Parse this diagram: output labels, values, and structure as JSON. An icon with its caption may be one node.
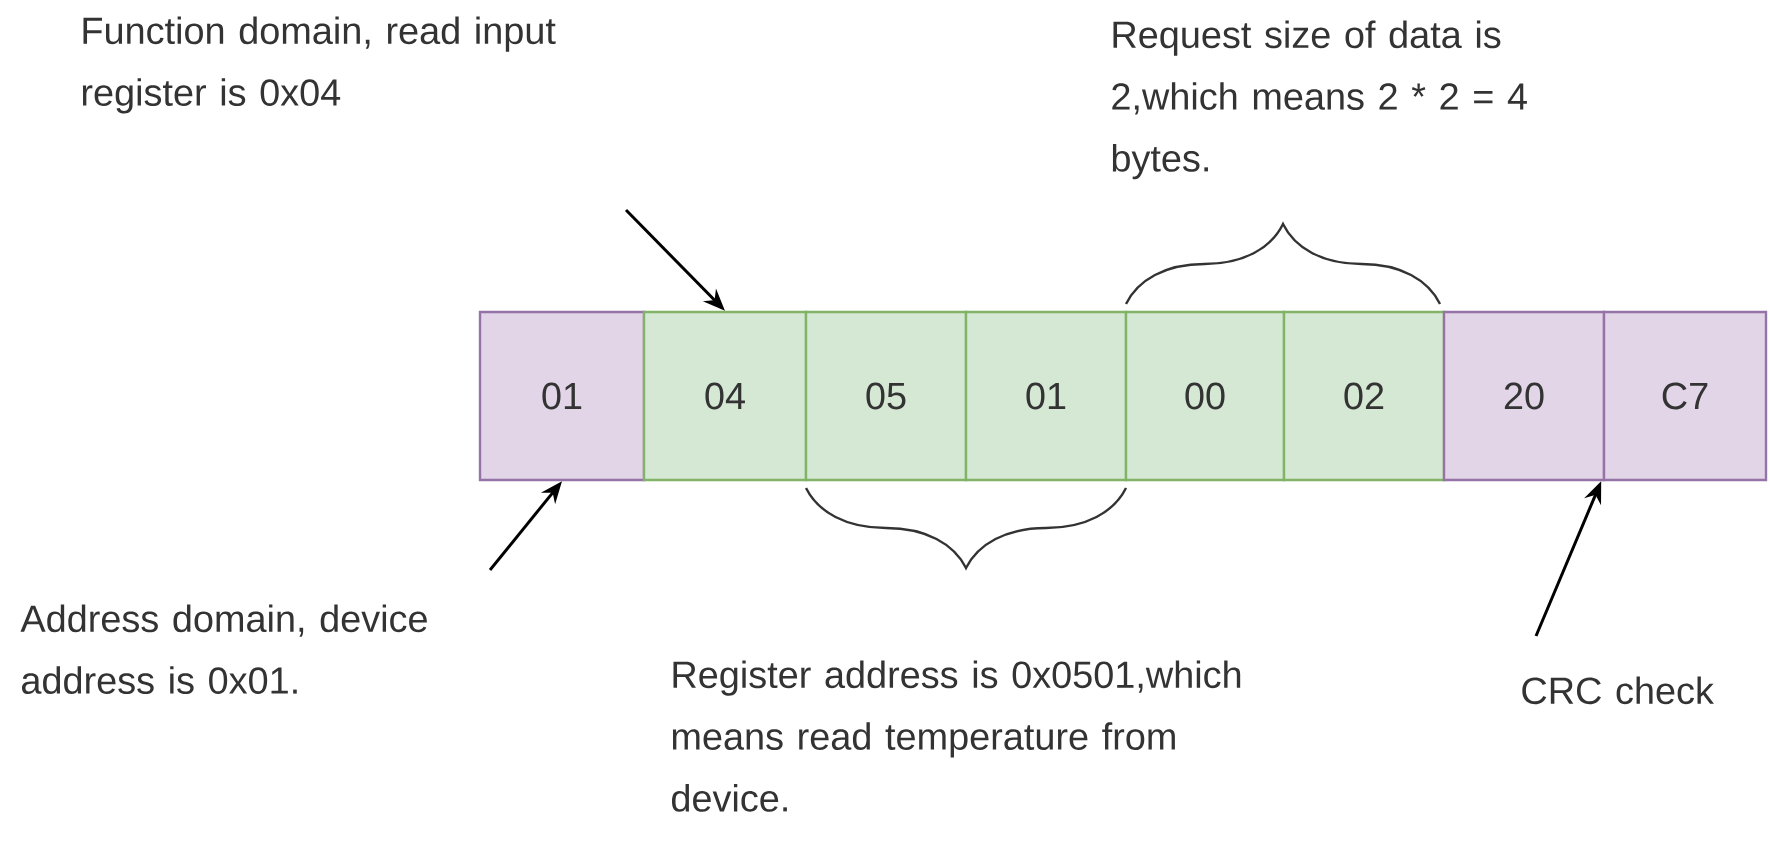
{
  "diagram": {
    "nodes": [
      {
        "text": [
          "Function domain, read input register is 0x04"
        ]
      },
      {
        "text": [
          "01"
        ]
      },
      {
        "text": [
          "04"
        ]
      },
      {
        "text": [
          "05"
        ]
      },
      {
        "text": [
          "01"
        ]
      },
      {
        "text": [
          "00"
        ]
      },
      {
        "text": [
          "02"
        ]
      },
      {
        "text": [
          "20"
        ]
      },
      {
        "text": [
          "C7"
        ]
      },
      {
        "text": [
          "Address domain, device address is 0x01."
        ]
      },
      {
        "text": [
          "CRC check"
        ]
      }
    ],
    "edges": [
      {
        "from": 0,
        "to": 2,
        "arrow": "to"
      },
      {
        "from": 9,
        "to": 1,
        "arrow": "to"
      },
      {
        "from": 10,
        "to": 7,
        "arrow": "to"
      }
    ],
    "labels": [
      "Request size of data is 2,which means 2 * 2 = 4 bytes.",
      "Register address is 0x0501,which means read temperature from device."
    ]
  }
}
